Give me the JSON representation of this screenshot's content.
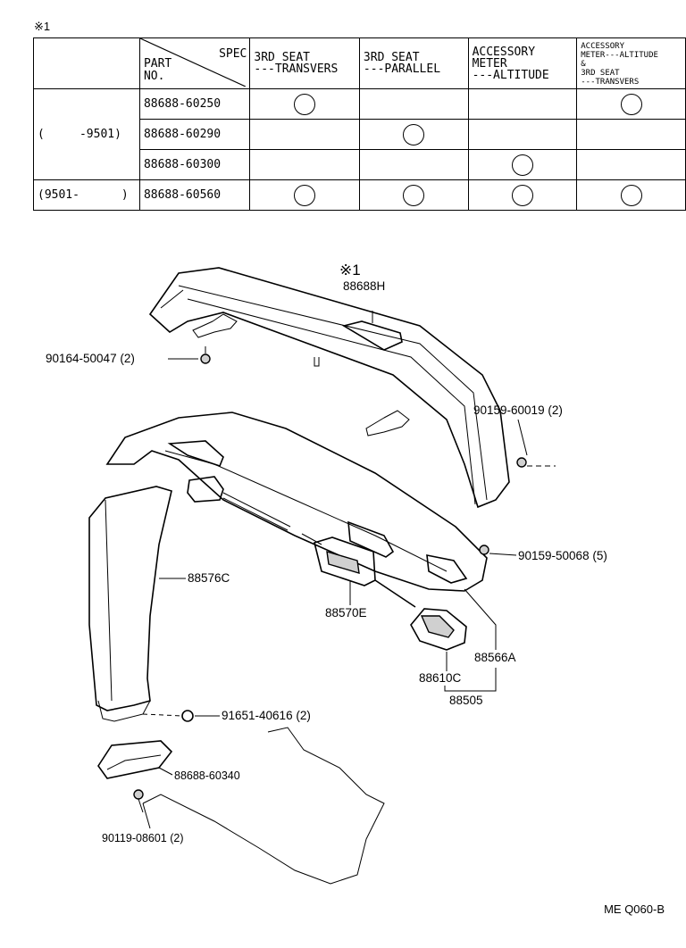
{
  "note_mark": "※1",
  "table": {
    "header": {
      "spec": "SPEC",
      "part_no": [
        "PART",
        "NO."
      ],
      "columns": [
        [
          "3RD SEAT",
          "---TRANSVERS"
        ],
        [
          "3RD SEAT",
          "---PARALLEL"
        ],
        [
          "ACCESSORY",
          "METER",
          "---ALTITUDE"
        ],
        [
          "ACCESSORY",
          "METER---ALTITUDE",
          "&",
          "3RD SEAT",
          "---TRANSVERS"
        ]
      ]
    },
    "groups": [
      {
        "period": "(     -9501)",
        "rows": [
          {
            "part": "88688-60250",
            "marks": [
              true,
              false,
              false,
              true
            ]
          },
          {
            "part": "88688-60290",
            "marks": [
              false,
              true,
              false,
              false
            ]
          },
          {
            "part": "88688-60300",
            "marks": [
              false,
              false,
              true,
              false
            ]
          }
        ]
      },
      {
        "period": "(9501-      )",
        "rows": [
          {
            "part": "88688-60560",
            "marks": [
              true,
              true,
              true,
              true
            ]
          }
        ]
      }
    ]
  },
  "labels": {
    "mark1": "※1",
    "p88688H": "88688H",
    "p90164": "90164-50047 (2)",
    "p90159_19": "90159-60019 (2)",
    "p90159_68": "90159-50068 (5)",
    "p88576C": "88576C",
    "p88570E": "88570E",
    "p88566A": "88566A",
    "p88610C": "88610C",
    "p88505": "88505",
    "p91651": "91651-40616 (2)",
    "p88688_340": "88688-60340",
    "p90119": "90119-08601 (2)"
  },
  "drawing_code": "ME  Q060-B"
}
